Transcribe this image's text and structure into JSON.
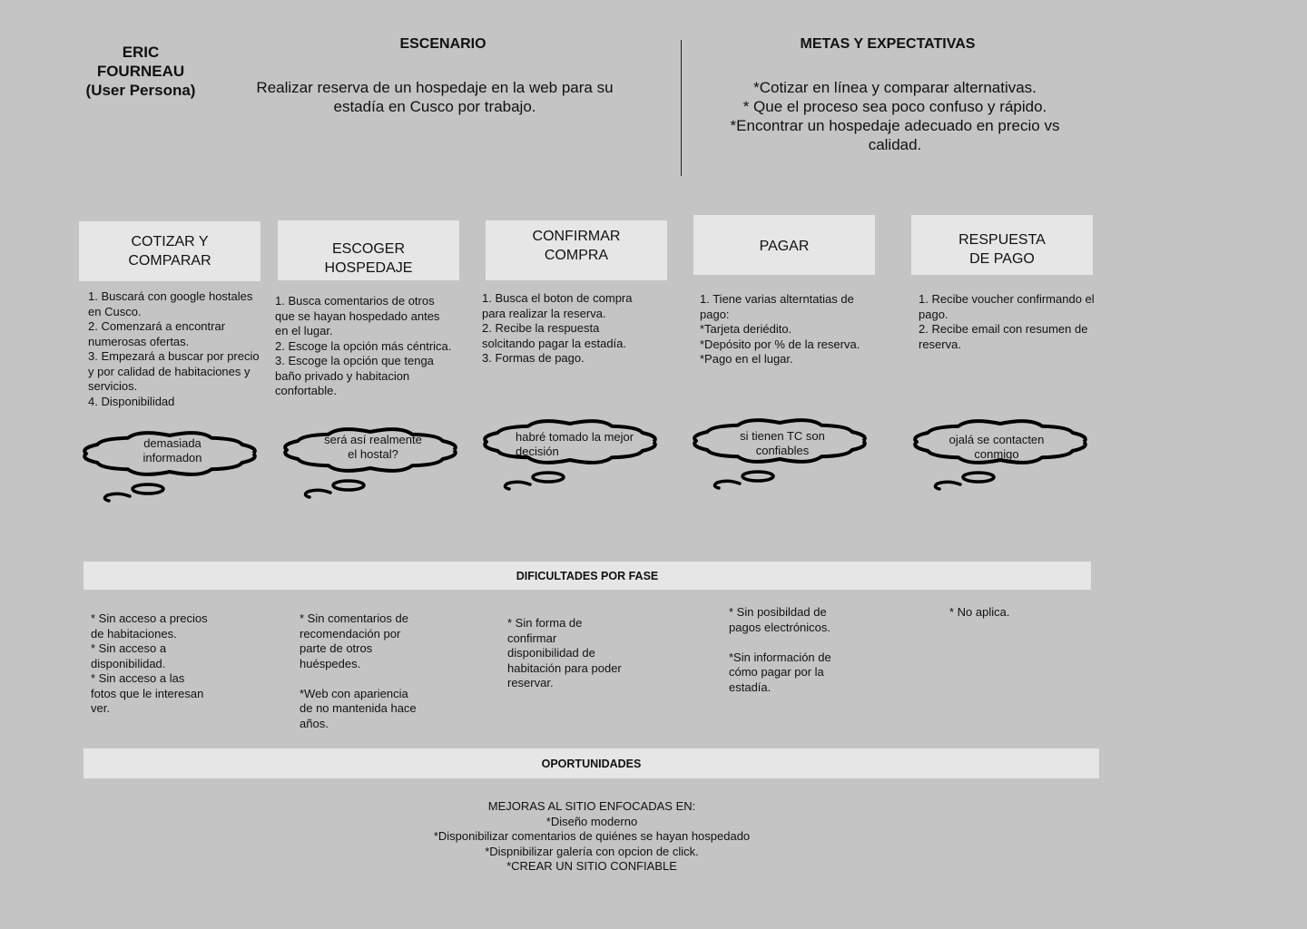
{
  "persona": {
    "name": "ERIC\nFOURNEAU\n(User Persona)"
  },
  "scenario": {
    "title": "ESCENARIO",
    "text": "Realizar reserva de un  hospedaje en la web para su estadía en Cusco por trabajo."
  },
  "goals": {
    "title": "METAS  Y EXPECTATIVAS",
    "text": "*Cotizar en línea y comparar alternativas.\n* Que el proceso sea poco confuso y rápido.\n*Encontrar un hospedaje adecuado en precio vs calidad."
  },
  "phases": [
    {
      "title": "COTIZAR Y\nCOMPARAR",
      "steps": "1. Buscará con google hostales en Cusco.\n2. Comenzará a encontrar numerosas ofertas.\n3. Empezará a buscar por precio y por calidad de habitaciones y servicios.\n4. Disponibilidad",
      "thought": "demasiada informadon",
      "difficulty": "* Sin acceso a precios\nde habitaciones.\n* Sin acceso a\ndisponibilidad.\n* Sin acceso a las\nfotos que le interesan\nver."
    },
    {
      "title": "ESCOGER\nHOSPEDAJE",
      "steps": "1. Busca comentarios de otros que se hayan hospedado antes en el lugar.\n2. Escoge la opción más céntrica.\n3. Escoge la opción que tenga baño privado y habitacion confortable.",
      "thought": "será así realmente el hostal?",
      "difficulty": "* Sin comentarios de\nrecomendación por\nparte de otros\nhuéspedes.\n\n*Web con apariencia\nde no mantenida hace\naños."
    },
    {
      "title": "CONFIRMAR\nCOMPRA",
      "steps": "1. Busca el boton de compra para realizar la reserva.\n2. Recibe la respuesta solcitando pagar la estadía.\n3. Formas de pago.",
      "thought": "habré tomado la mejor decisión",
      "difficulty": "* Sin forma de\nconfirmar\ndisponibilidad de\nhabitación para poder\nreservar."
    },
    {
      "title": "PAGAR",
      "steps": "1. Tiene varias alterntatias de pago:\n*Tarjeta deriédito.\n*Depósito por % de la reserva.\n*Pago en el lugar.",
      "thought": "si tienen TC son confiables",
      "difficulty": "* Sin posibildad de\npagos electrónicos.\n\n*Sin información de\ncómo pagar por la\nestadía."
    },
    {
      "title": "RESPUESTA\nDE PAGO",
      "steps": "1. Recibe voucher confirmando el pago.\n2. Recibe email con resumen de reserva.",
      "thought": "ojalá se contacten conmigo",
      "difficulty": "* No aplica."
    }
  ],
  "difficulties_title": "DIFICULTADES POR FASE",
  "opportunities": {
    "title": "OPORTUNIDADES",
    "text": "MEJORAS AL SITIO ENFOCADAS EN:\n*Diseño moderno\n*Disponibilizar comentarios de quiénes se hayan hospedado\n*Dispnibilizar galería con opcion de click.\n*CREAR UN SITIO CONFIABLE"
  }
}
